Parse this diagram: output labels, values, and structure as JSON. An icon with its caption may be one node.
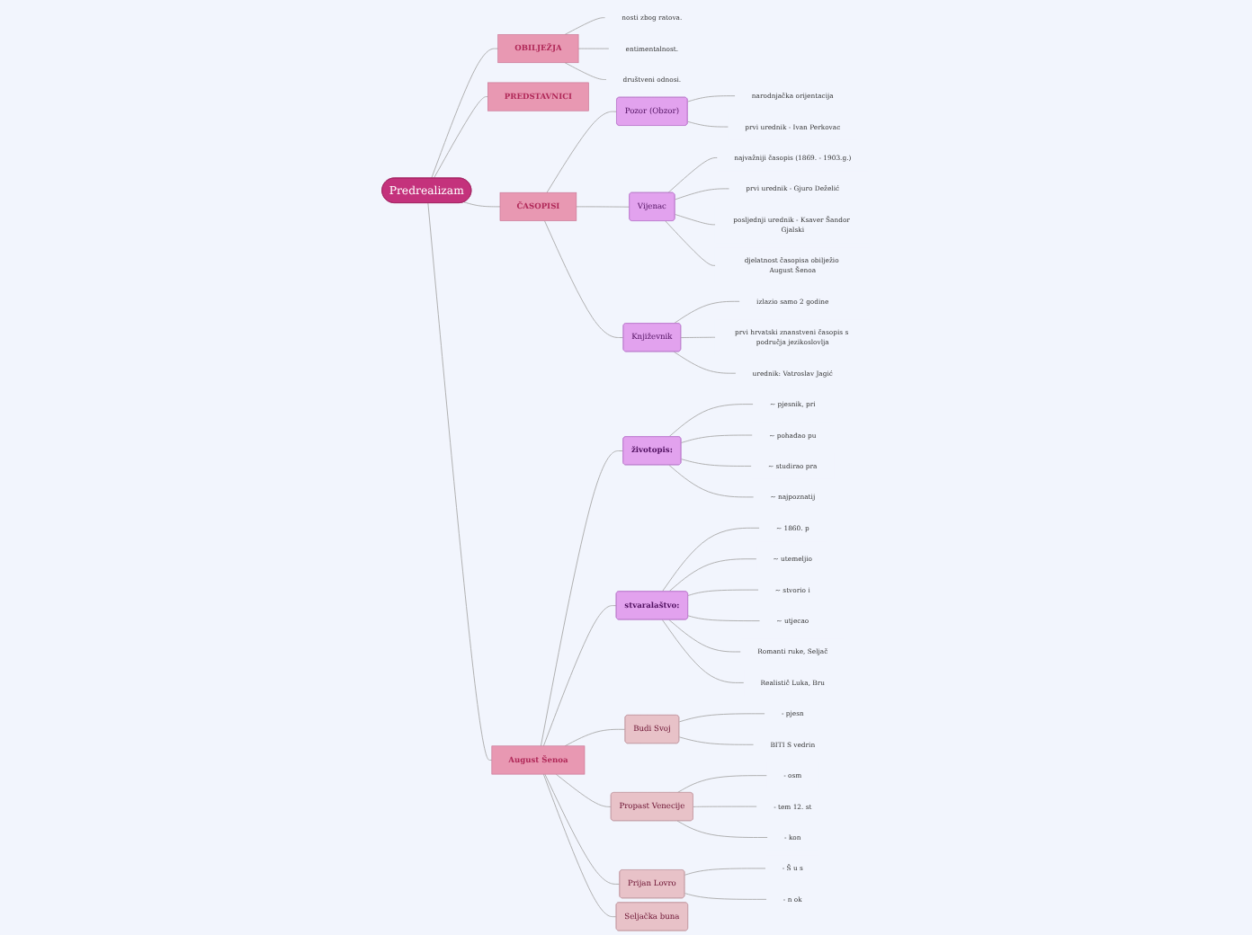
{
  "diagram": {
    "nodes": [
      {
        "text": [
          "Predrealizam"
        ]
      },
      {
        "text": [
          "OBILJEŽJA"
        ]
      },
      {
        "text": [
          "nosti zbog ratova."
        ]
      },
      {
        "text": [
          "entimentalnost."
        ]
      },
      {
        "text": [
          "društveni odnosi."
        ]
      },
      {
        "text": [
          "PREDSTAVNICI"
        ]
      },
      {
        "text": [
          "ČASOPISI"
        ]
      },
      {
        "text": [
          "Pozor (Obzor)"
        ]
      },
      {
        "text": [
          "narodnjačka orijentacija"
        ]
      },
      {
        "text": [
          "prvi urednik - Ivan Perkovac"
        ]
      },
      {
        "text": [
          "Vijenac"
        ]
      },
      {
        "text": [
          "najvažniji časopis (1869. - 1903.g.)"
        ]
      },
      {
        "text": [
          "prvi urednik - Gjuro Deželić"
        ]
      },
      {
        "text": [
          "posljednji urednik - Ksaver Šandor Gjalski"
        ]
      },
      {
        "text": [
          "djelatnost časopisa obilježio August Šenoa"
        ]
      },
      {
        "text": [
          "Književnik"
        ]
      },
      {
        "text": [
          "izlazio samo 2 godine"
        ]
      },
      {
        "text": [
          "prvi hrvatski znanstveni časopis s područja jezikoslovlja"
        ]
      },
      {
        "text": [
          "urednik: Vatroslav Jagić"
        ]
      },
      {
        "text": [
          "August Šenoa"
        ]
      },
      {
        "text": [
          "životopis:"
        ]
      },
      {
        "text": [
          "~ pjesnik, pri"
        ]
      },
      {
        "text": [
          "~ pohađao pu"
        ]
      },
      {
        "text": [
          "~ studirao pra"
        ]
      },
      {
        "text": [
          "~ najpoznatij"
        ]
      },
      {
        "text": [
          "stvaralaštvo:"
        ]
      },
      {
        "text": [
          "~ 1860. p"
        ]
      },
      {
        "text": [
          "~ utemeljio"
        ]
      },
      {
        "text": [
          "~ stvorio i"
        ]
      },
      {
        "text": [
          "~ utjecao"
        ]
      },
      {
        "text": [
          "Romanti ruke, Seljač"
        ]
      },
      {
        "text": [
          "Realistič Luka, Bru"
        ]
      },
      {
        "text": [
          "Budi Svoj"
        ]
      },
      {
        "text": [
          "- pjesn"
        ]
      },
      {
        "text": [
          "BITI S vedrin"
        ]
      },
      {
        "text": [
          "Propast Venecije"
        ]
      },
      {
        "text": [
          "- osm"
        ]
      },
      {
        "text": [
          "- tem 12. st"
        ]
      },
      {
        "text": [
          "- kon"
        ]
      },
      {
        "text": [
          "Prijan Lovro"
        ]
      },
      {
        "text": [
          "- Š u s"
        ]
      },
      {
        "text": [
          "- n ok"
        ]
      },
      {
        "text": [
          "Seljačka buna"
        ]
      }
    ],
    "edges": [
      {
        "from": 0,
        "to": 1,
        "arrow": "none"
      },
      {
        "from": 1,
        "to": 2,
        "arrow": "none"
      },
      {
        "from": 1,
        "to": 3,
        "arrow": "none"
      },
      {
        "from": 1,
        "to": 4,
        "arrow": "none"
      },
      {
        "from": 0,
        "to": 5,
        "arrow": "none"
      },
      {
        "from": 0,
        "to": 6,
        "arrow": "none"
      },
      {
        "from": 6,
        "to": 7,
        "arrow": "none"
      },
      {
        "from": 7,
        "to": 8,
        "arrow": "none"
      },
      {
        "from": 7,
        "to": 9,
        "arrow": "none"
      },
      {
        "from": 6,
        "to": 10,
        "arrow": "none"
      },
      {
        "from": 10,
        "to": 11,
        "arrow": "none"
      },
      {
        "from": 10,
        "to": 12,
        "arrow": "none"
      },
      {
        "from": 10,
        "to": 13,
        "arrow": "none"
      },
      {
        "from": 10,
        "to": 14,
        "arrow": "none"
      },
      {
        "from": 6,
        "to": 15,
        "arrow": "none"
      },
      {
        "from": 15,
        "to": 16,
        "arrow": "none"
      },
      {
        "from": 15,
        "to": 17,
        "arrow": "none"
      },
      {
        "from": 15,
        "to": 18,
        "arrow": "none"
      },
      {
        "from": 0,
        "to": 19,
        "arrow": "none"
      },
      {
        "from": 19,
        "to": 20,
        "arrow": "none"
      },
      {
        "from": 20,
        "to": 21,
        "arrow": "none"
      },
      {
        "from": 20,
        "to": 22,
        "arrow": "none"
      },
      {
        "from": 20,
        "to": 23,
        "arrow": "none"
      },
      {
        "from": 20,
        "to": 24,
        "arrow": "none"
      },
      {
        "from": 19,
        "to": 25,
        "arrow": "none"
      },
      {
        "from": 25,
        "to": 26,
        "arrow": "none"
      },
      {
        "from": 25,
        "to": 27,
        "arrow": "none"
      },
      {
        "from": 25,
        "to": 28,
        "arrow": "none"
      },
      {
        "from": 25,
        "to": 29,
        "arrow": "none"
      },
      {
        "from": 25,
        "to": 30,
        "arrow": "none"
      },
      {
        "from": 25,
        "to": 31,
        "arrow": "none"
      },
      {
        "from": 19,
        "to": 32,
        "arrow": "none"
      },
      {
        "from": 32,
        "to": 33,
        "arrow": "none"
      },
      {
        "from": 32,
        "to": 34,
        "arrow": "none"
      },
      {
        "from": 19,
        "to": 35,
        "arrow": "none"
      },
      {
        "from": 35,
        "to": 36,
        "arrow": "none"
      },
      {
        "from": 35,
        "to": 37,
        "arrow": "none"
      },
      {
        "from": 35,
        "to": 38,
        "arrow": "none"
      },
      {
        "from": 19,
        "to": 39,
        "arrow": "none"
      },
      {
        "from": 39,
        "to": 40,
        "arrow": "none"
      },
      {
        "from": 39,
        "to": 41,
        "arrow": "none"
      },
      {
        "from": 19,
        "to": 42,
        "arrow": "none"
      }
    ]
  }
}
